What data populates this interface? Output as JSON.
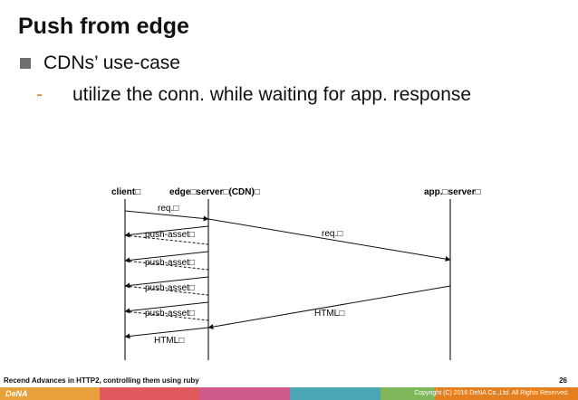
{
  "slide": {
    "title": "Push from edge",
    "bullet": "CDNs’ use-case",
    "sub_dash": "-",
    "sub_bullet": "utilize the conn. while waiting for app. response"
  },
  "diagram": {
    "client_label": "client□",
    "edge_label": "edge□server□(CDN)□",
    "app_label": "app.□server□",
    "req_client_edge": "req.□",
    "req_edge_app": "req.□",
    "push_assets": [
      "push-asset□",
      "push-asset□",
      "push-asset□",
      "push-asset□"
    ],
    "html_app_edge": "HTML□",
    "html_edge_client": "HTML□"
  },
  "footer": {
    "caption": "Recend Advances in HTTP2, controlling them using ruby",
    "page_number": "26",
    "logo": "DeNA",
    "copyright": "Copyright (C) 2016 DeNA Co.,Ltd. All Rights Reserved."
  },
  "colors": {
    "accent_orange": "#e48020",
    "bar_segments": [
      "#e7a03a",
      "#e35a5e",
      "#d05a8a",
      "#4aa7b3",
      "#7fb85b",
      "#e48020"
    ]
  }
}
